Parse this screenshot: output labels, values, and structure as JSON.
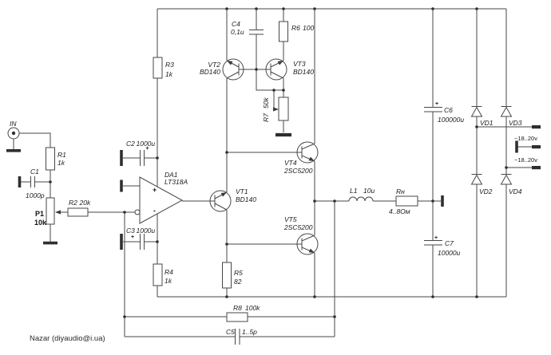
{
  "page": {
    "author_note": "Nazar (diyaudio@i.ua)"
  },
  "input": {
    "label": "IN"
  },
  "opamp_signs": {
    "plus": "+",
    "minus": "-"
  },
  "polarity": {
    "plus": "+"
  },
  "supply": {
    "ac1": "~18..20v",
    "ac2": "~18..20v"
  },
  "components": {
    "r1": {
      "ref": "R1",
      "value": "1k"
    },
    "r2": {
      "ref": "R2",
      "value": "20k"
    },
    "r3": {
      "ref": "R3",
      "value": "1k"
    },
    "r4": {
      "ref": "R4",
      "value": "1k"
    },
    "r5": {
      "ref": "R5",
      "value": "82"
    },
    "r6": {
      "ref": "R6",
      "value": "100"
    },
    "r7": {
      "ref": "R7",
      "value": "50k"
    },
    "r8": {
      "ref": "R8",
      "value": "100k"
    },
    "rh": {
      "ref": "Rн",
      "value": "4..8Ом"
    },
    "p1": {
      "ref": "P1",
      "value": "10k"
    },
    "c1": {
      "ref": "C1",
      "value": "1000p"
    },
    "c2": {
      "ref": "C2",
      "value": "1000u"
    },
    "c3": {
      "ref": "C3",
      "value": "1000u"
    },
    "c4": {
      "ref": "C4",
      "value": "0,1u"
    },
    "c5": {
      "ref": "C5",
      "value": "1..5p"
    },
    "c6": {
      "ref": "C6",
      "value": "100000u"
    },
    "c7": {
      "ref": "C7",
      "value": "10000u"
    },
    "l1": {
      "ref": "L1",
      "value": "10u"
    },
    "da1": {
      "ref": "DA1",
      "value": "LT318A"
    },
    "vt1": {
      "ref": "VT1",
      "value": "BD140"
    },
    "vt2": {
      "ref": "VT2",
      "value": "BD140"
    },
    "vt3": {
      "ref": "VT3",
      "value": "BD140"
    },
    "vt4": {
      "ref": "VT4",
      "value": "2SC5200"
    },
    "vt5": {
      "ref": "VT5",
      "value": "2SC5200"
    },
    "vd1": {
      "ref": "VD1"
    },
    "vd2": {
      "ref": "VD2"
    },
    "vd3": {
      "ref": "VD3"
    },
    "vd4": {
      "ref": "VD4"
    }
  }
}
